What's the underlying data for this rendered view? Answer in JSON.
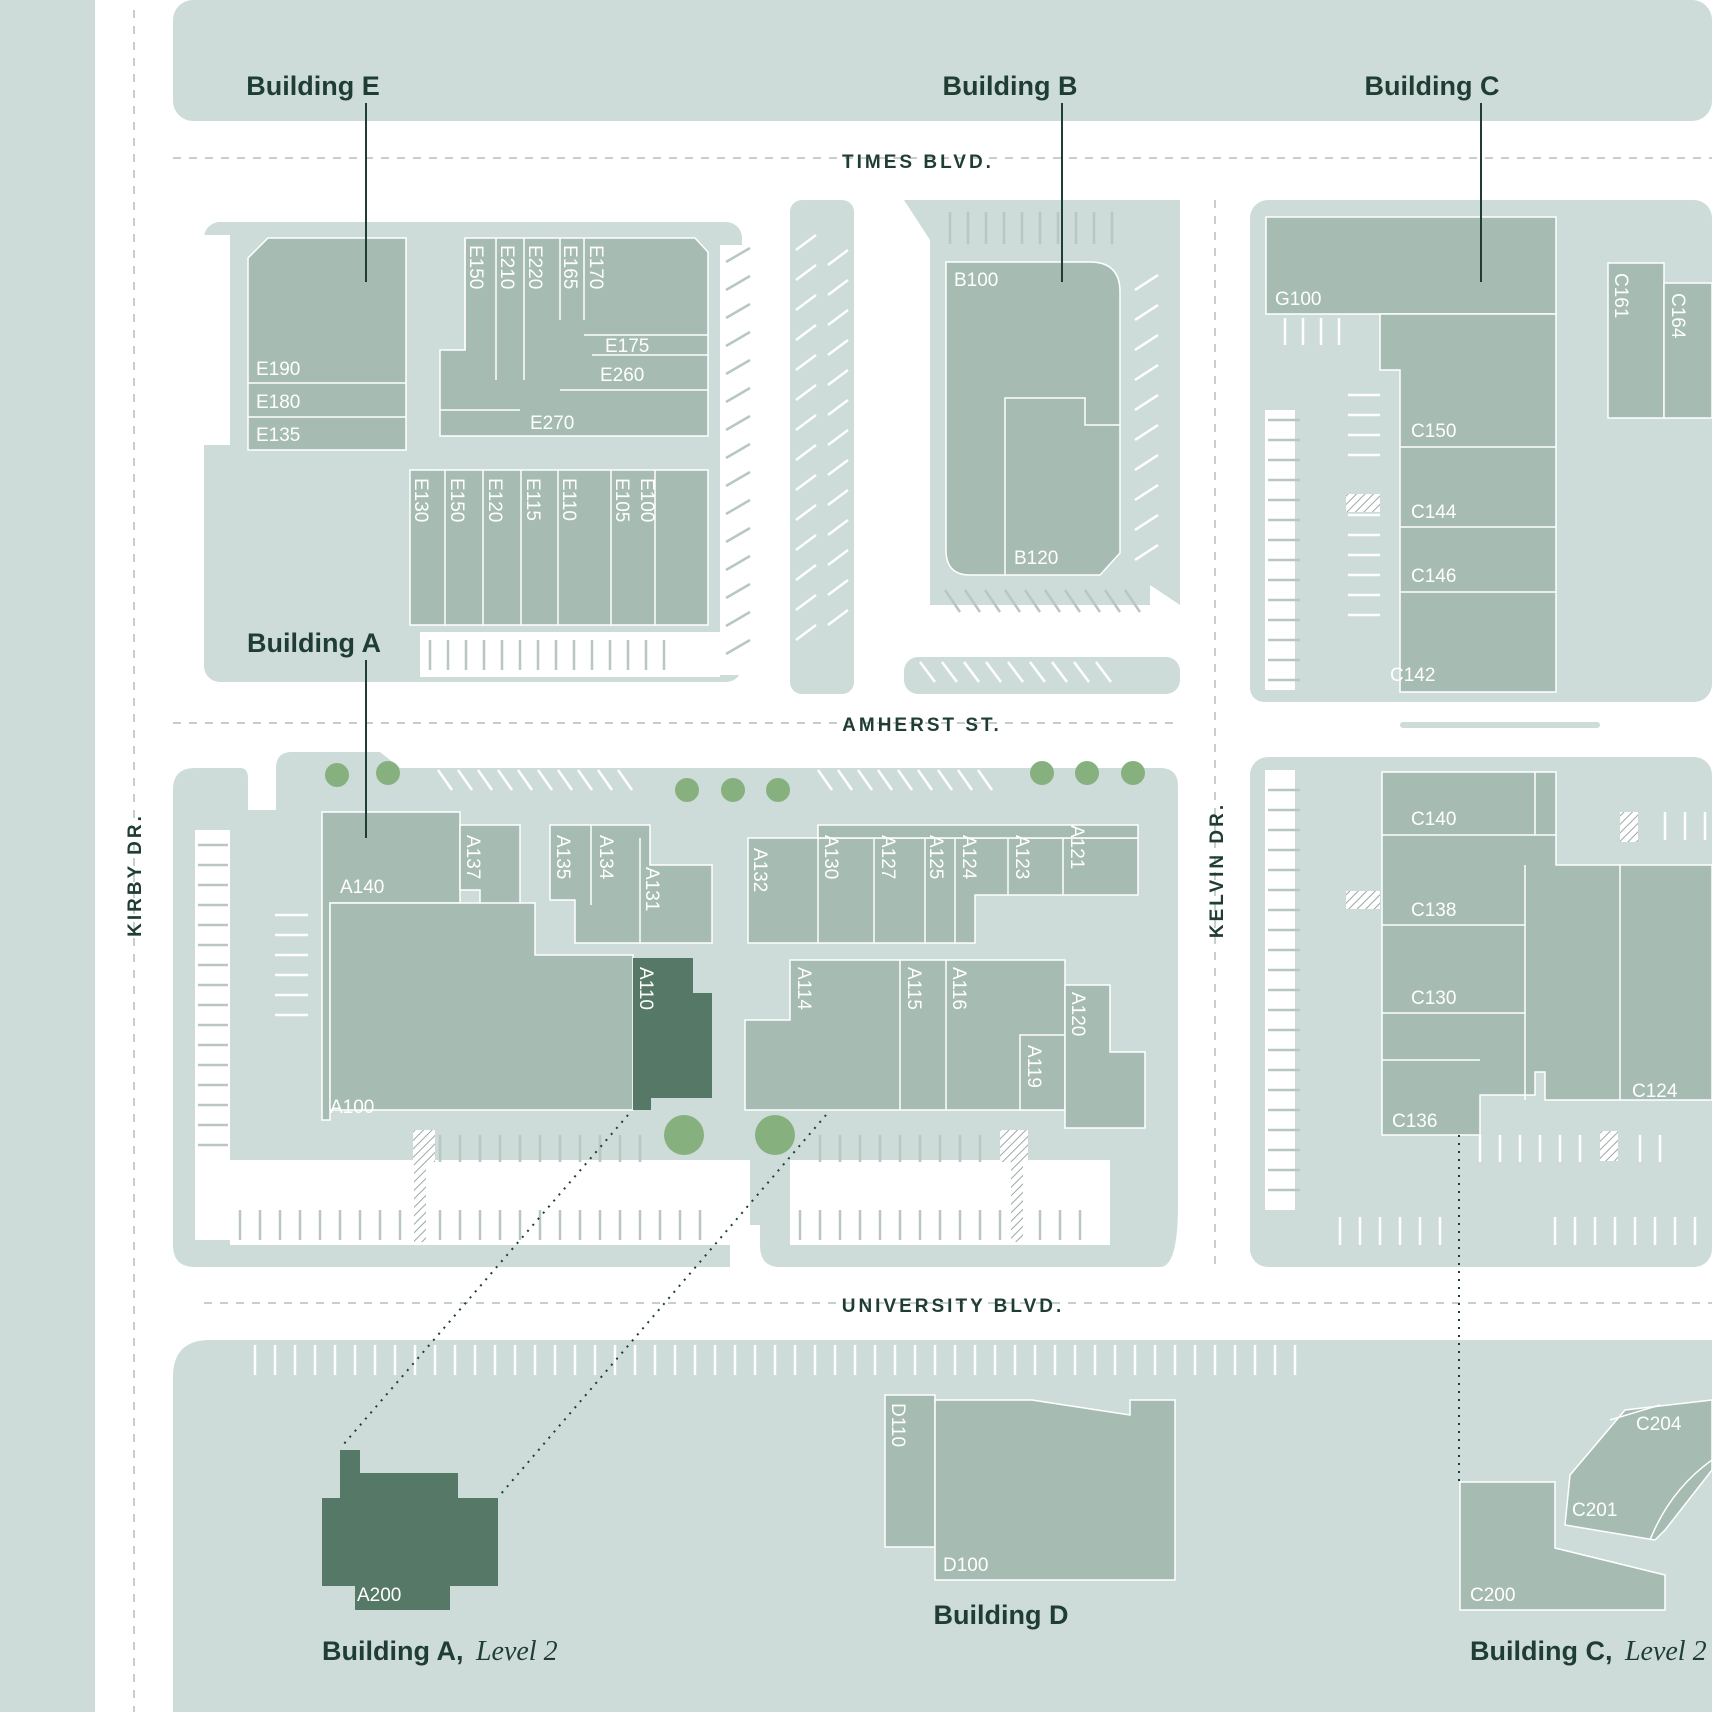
{
  "colors": {
    "block": "#cddcd8",
    "building": "#a6bbb1",
    "highlight": "#557867",
    "tree": "#86b07e",
    "ink": "#1f3d33",
    "road": "#ffffff",
    "stall": "#b9c7c2",
    "hatch": "#9aa8a3"
  },
  "streets": {
    "times": "TIMES BLVD.",
    "amherst": "AMHERST ST.",
    "university": "UNIVERSITY BLVD.",
    "kirby": "KIRBY DR.",
    "kelvin": "KELVIN DR."
  },
  "buildings": {
    "e": "Building E",
    "b": "Building B",
    "c": "Building C",
    "a": "Building A",
    "d": "Building D",
    "a_level2_name": "Building A,",
    "a_level2_level": "Level 2",
    "c_level2_name": "Building C,",
    "c_level2_level": "Level 2"
  },
  "units": {
    "e190": "E190",
    "e180": "E180",
    "e135": "E135",
    "e150t": "E150",
    "e210": "E210",
    "e220": "E220",
    "e165": "E165",
    "e170": "E170",
    "e175": "E175",
    "e260": "E260",
    "e270": "E270",
    "e130": "E130",
    "e150b": "E150",
    "e120": "E120",
    "e115": "E115",
    "e110": "E110",
    "e105": "E105",
    "e100": "E100",
    "b100": "B100",
    "b120": "B120",
    "g100": "G100",
    "c161": "C161",
    "c164": "C164",
    "c150": "C150",
    "c144": "C144",
    "c146": "C146",
    "c142": "C142",
    "c140": "C140",
    "c138": "C138",
    "c130": "C130",
    "c136": "C136",
    "c124": "C124",
    "a140": "A140",
    "a137": "A137",
    "a135": "A135",
    "a134": "A134",
    "a131": "A131",
    "a132": "A132",
    "a130": "A130",
    "a127": "A127",
    "a125": "A125",
    "a124": "A124",
    "a123": "A123",
    "a121": "A121",
    "a100": "A100",
    "a110": "A110",
    "a114": "A114",
    "a115": "A115",
    "a116": "A116",
    "a119": "A119",
    "a120": "A120",
    "a200": "A200",
    "d110": "D110",
    "d100": "D100",
    "c200": "C200",
    "c201": "C201",
    "c204": "C204"
  }
}
